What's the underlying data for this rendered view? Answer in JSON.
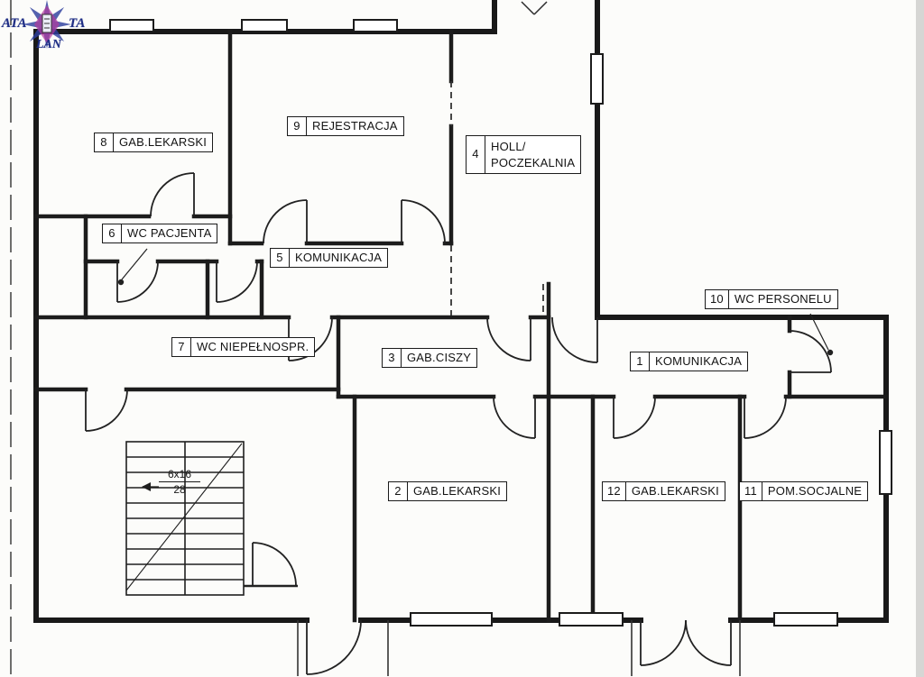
{
  "logo": {
    "text_left": "ATA",
    "text_right": "TA",
    "text_bottom": "LAN"
  },
  "rooms": [
    {
      "num": "8",
      "name": "GAB.LEKARSKI"
    },
    {
      "num": "9",
      "name": "REJESTRACJA"
    },
    {
      "num": "4",
      "name": "HOLL/",
      "name2": "POCZEKALNIA"
    },
    {
      "num": "6",
      "name": "WC PACJENTA"
    },
    {
      "num": "5",
      "name": "KOMUNIKACJA"
    },
    {
      "num": "7",
      "name": "WC NIEPEŁNOSPR."
    },
    {
      "num": "3",
      "name": "GAB.CISZY"
    },
    {
      "num": "10",
      "name": "WC PERSONELU"
    },
    {
      "num": "1",
      "name": "KOMUNIKACJA"
    },
    {
      "num": "2",
      "name": "GAB.LEKARSKI"
    },
    {
      "num": "12",
      "name": "GAB.LEKARSKI"
    },
    {
      "num": "11",
      "name": "POM.SOCJALNE"
    }
  ],
  "stairs": {
    "steps": "6x16",
    "rise": "28"
  }
}
